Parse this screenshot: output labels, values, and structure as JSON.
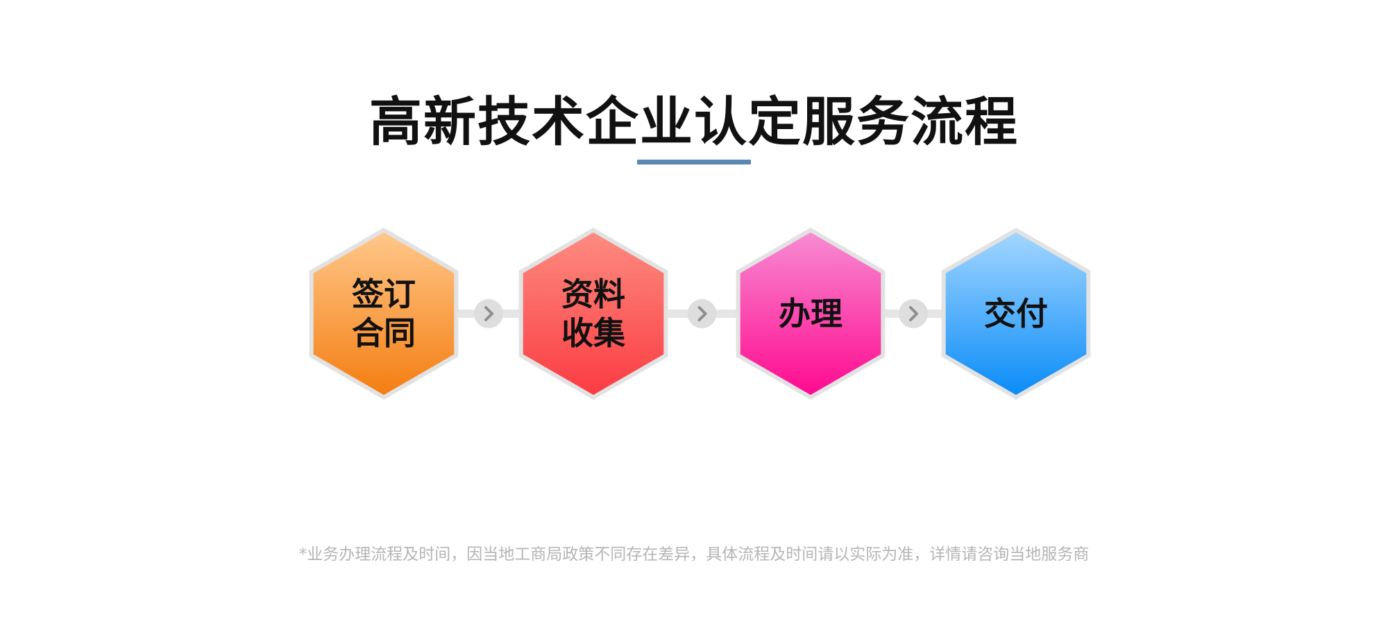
{
  "title": "高新技术企业认定服务流程",
  "steps": [
    {
      "lines": [
        "签订",
        "合同"
      ],
      "gradient": [
        "#ffc78a",
        "#f47e12"
      ]
    },
    {
      "lines": [
        "资料",
        "收集"
      ],
      "gradient": [
        "#fd8b80",
        "#fb3c43"
      ]
    },
    {
      "lines": [
        "办理"
      ],
      "gradient": [
        "#f78bd2",
        "#ff0a8f"
      ]
    },
    {
      "lines": [
        "交付"
      ],
      "gradient": [
        "#a3d6ff",
        "#0a8cf8"
      ]
    }
  ],
  "colors": {
    "hex_border": "#e2e2e2",
    "connector": "#e6e6e6",
    "arrow_circle": "#dedede",
    "arrow": "#8e8e8e",
    "underline": "#5b88b2",
    "footnote": "#b5b5b5"
  },
  "icons": {
    "connector_arrow": "chevron-right-icon"
  },
  "footnote": "*业务办理流程及时间，因当地工商局政策不同存在差异，具体流程及时间请以实际为准，详情请咨询当地服务商"
}
